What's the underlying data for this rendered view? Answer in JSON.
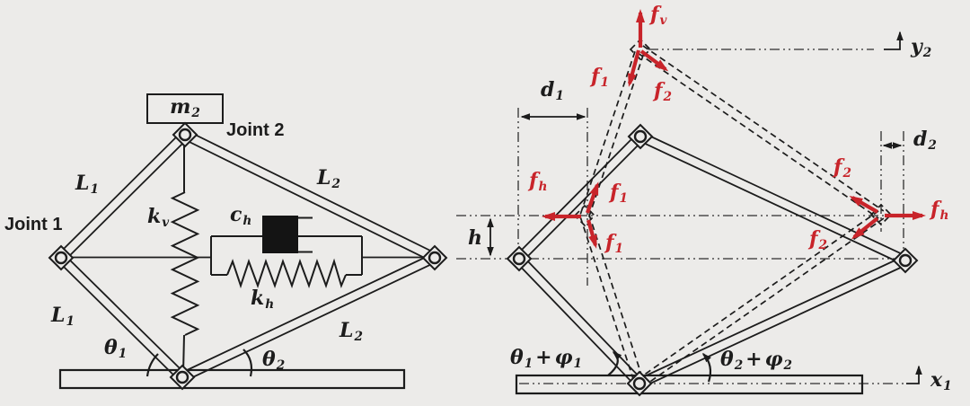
{
  "colors": {
    "background": "#ecebe9",
    "line": "#1c1c1c",
    "force_red": "#c8242a"
  },
  "left_diagram": {
    "mass_label": {
      "base": "m",
      "sub": "2"
    },
    "joint1_label": "Joint 1",
    "joint2_label": "Joint 2",
    "link_upper_left": {
      "base": "L",
      "sub": "1"
    },
    "link_lower_left": {
      "base": "L",
      "sub": "1"
    },
    "link_upper_right": {
      "base": "L",
      "sub": "2"
    },
    "link_lower_right": {
      "base": "L",
      "sub": "2"
    },
    "spring_vertical": {
      "base": "k",
      "sub": "v"
    },
    "damper_horizontal": {
      "base": "c",
      "sub": "h"
    },
    "spring_horizontal": {
      "base": "k",
      "sub": "h"
    },
    "angle_left": {
      "base": "θ",
      "sub": "1"
    },
    "angle_right": {
      "base": "θ",
      "sub": "2"
    }
  },
  "right_diagram": {
    "force_vertical": {
      "base": "f",
      "sub": "v"
    },
    "force_f1_top": {
      "base": "f",
      "sub": "1"
    },
    "force_f2_top": {
      "base": "f",
      "sub": "2"
    },
    "force_fh_left": {
      "base": "f",
      "sub": "h"
    },
    "force_f1_up": {
      "base": "f",
      "sub": "1"
    },
    "force_f1_down": {
      "base": "f",
      "sub": "1"
    },
    "force_f2_up": {
      "base": "f",
      "sub": "2"
    },
    "force_f2_down": {
      "base": "f",
      "sub": "2"
    },
    "force_fh_right": {
      "base": "f",
      "sub": "h"
    },
    "dim_d1": {
      "base": "d",
      "sub": "1"
    },
    "dim_d2": {
      "base": "d",
      "sub": "2"
    },
    "dim_h": {
      "base": "h",
      "sub": ""
    },
    "angle_left": {
      "b1": "θ",
      "s1": "1",
      "op": "+",
      "b2": "φ",
      "s2": "1"
    },
    "angle_right": {
      "b1": "θ",
      "s1": "2",
      "op": "+",
      "b2": "φ",
      "s2": "2"
    },
    "axis_y": {
      "base": "y",
      "sub": "2"
    },
    "axis_x": {
      "base": "x",
      "sub": "1"
    }
  }
}
